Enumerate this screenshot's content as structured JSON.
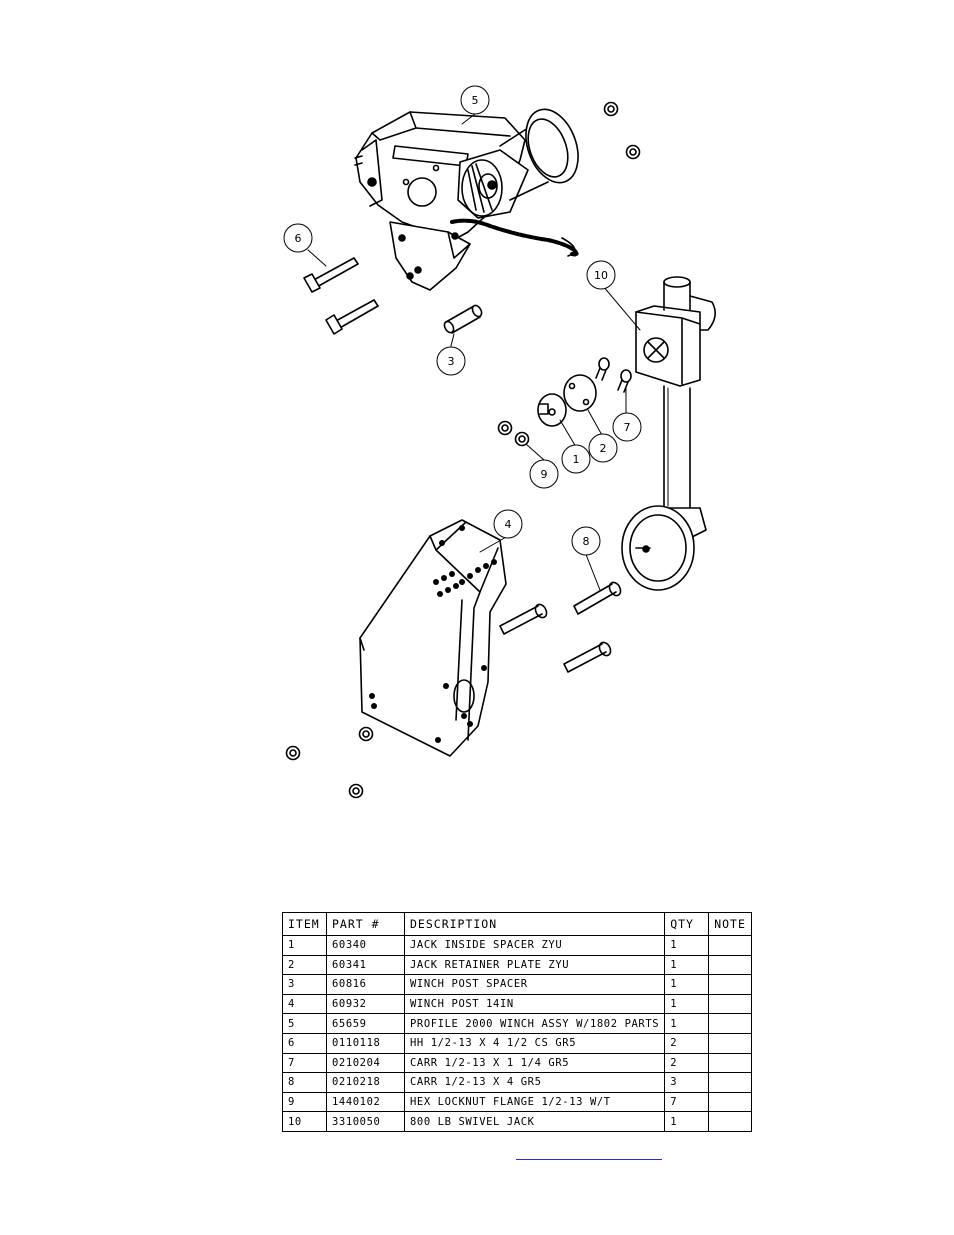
{
  "balloons": [
    "1",
    "2",
    "3",
    "4",
    "5",
    "6",
    "7",
    "8",
    "9",
    "10"
  ],
  "table": {
    "headers": [
      "ITEM",
      "PART #",
      "DESCRIPTION",
      "QTY",
      "NOTE"
    ],
    "rows": [
      {
        "item": "1",
        "part": "60340",
        "desc": "JACK INSIDE SPACER ZYU",
        "qty": "1",
        "note": ""
      },
      {
        "item": "2",
        "part": "60341",
        "desc": "JACK RETAINER PLATE ZYU",
        "qty": "1",
        "note": ""
      },
      {
        "item": "3",
        "part": "60816",
        "desc": "WINCH POST SPACER",
        "qty": "1",
        "note": ""
      },
      {
        "item": "4",
        "part": "60932",
        "desc": "WINCH POST   14IN",
        "qty": "1",
        "note": ""
      },
      {
        "item": "5",
        "part": "65659",
        "desc": "PROFILE 2000 WINCH ASSY W/1802 PARTS",
        "qty": "1",
        "note": ""
      },
      {
        "item": "6",
        "part": "0110118",
        "desc": "HH 1/2-13 X 4 1/2 CS GR5",
        "qty": "2",
        "note": ""
      },
      {
        "item": "7",
        "part": "0210204",
        "desc": "CARR 1/2-13 X 1 1/4 GR5",
        "qty": "2",
        "note": ""
      },
      {
        "item": "8",
        "part": "0210218",
        "desc": "CARR 1/2-13 X 4 GR5",
        "qty": "3",
        "note": ""
      },
      {
        "item": "9",
        "part": "1440102",
        "desc": "HEX LOCKNUT FLANGE 1/2-13 W/T",
        "qty": "7",
        "note": ""
      },
      {
        "item": "10",
        "part": "3310050",
        "desc": "800 LB SWIVEL JACK",
        "qty": "1",
        "note": ""
      }
    ]
  },
  "colors": {
    "line": "#000000",
    "link": "#2a2ad8"
  }
}
